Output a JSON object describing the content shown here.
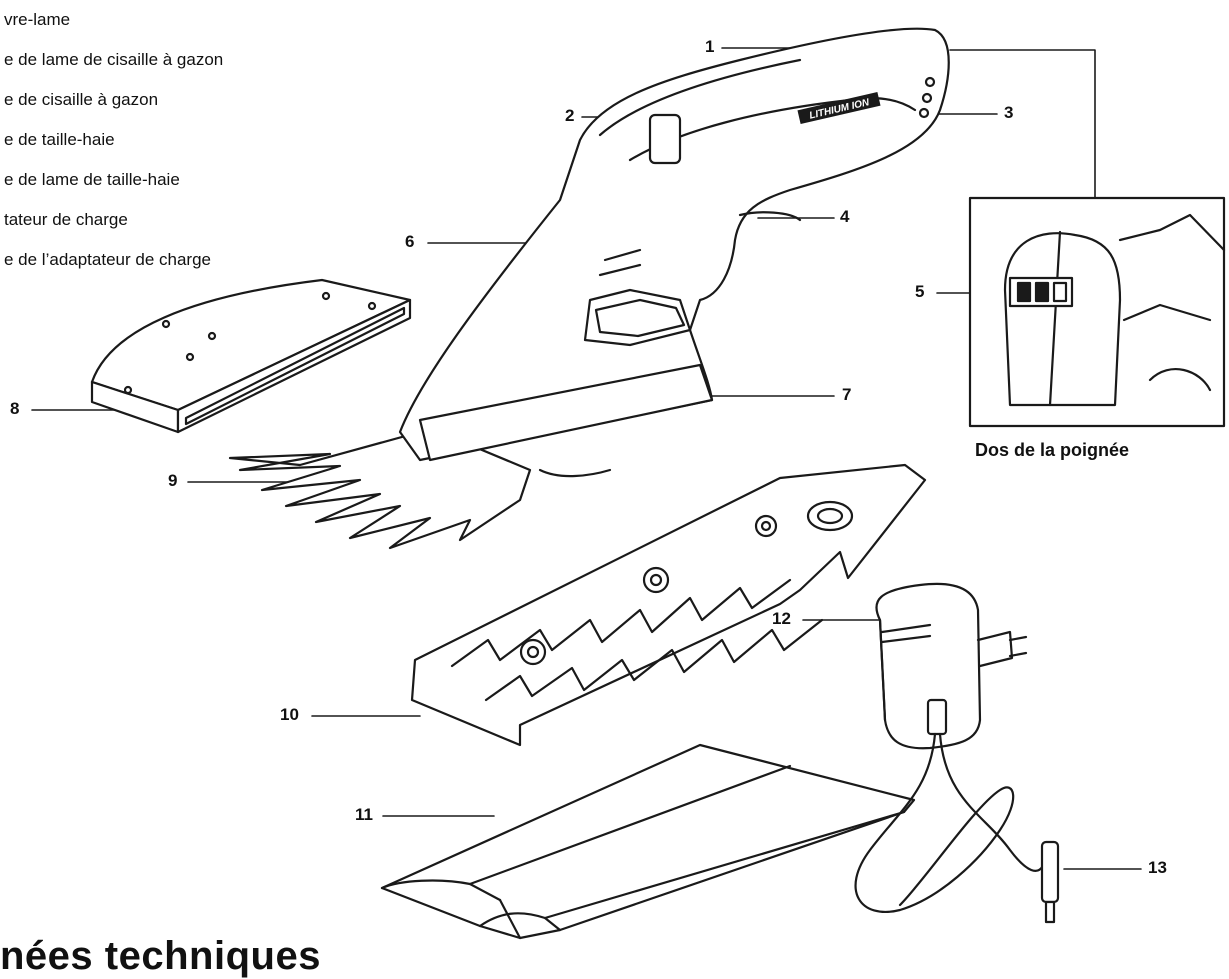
{
  "legend": [
    "vre-lame",
    "e de lame de cisaille à gazon",
    "e de cisaille à gazon",
    "e de taille-haie",
    "e de lame de taille-haie",
    "tateur de charge",
    "e de l’adaptateur de charge"
  ],
  "brand_text": "LITHIUM ION",
  "inset_caption": "Dos de la poignée",
  "heading": "nées techniques",
  "callouts": [
    "1",
    "2",
    "3",
    "4",
    "5",
    "6",
    "7",
    "8",
    "9",
    "10",
    "11",
    "12",
    "13"
  ]
}
